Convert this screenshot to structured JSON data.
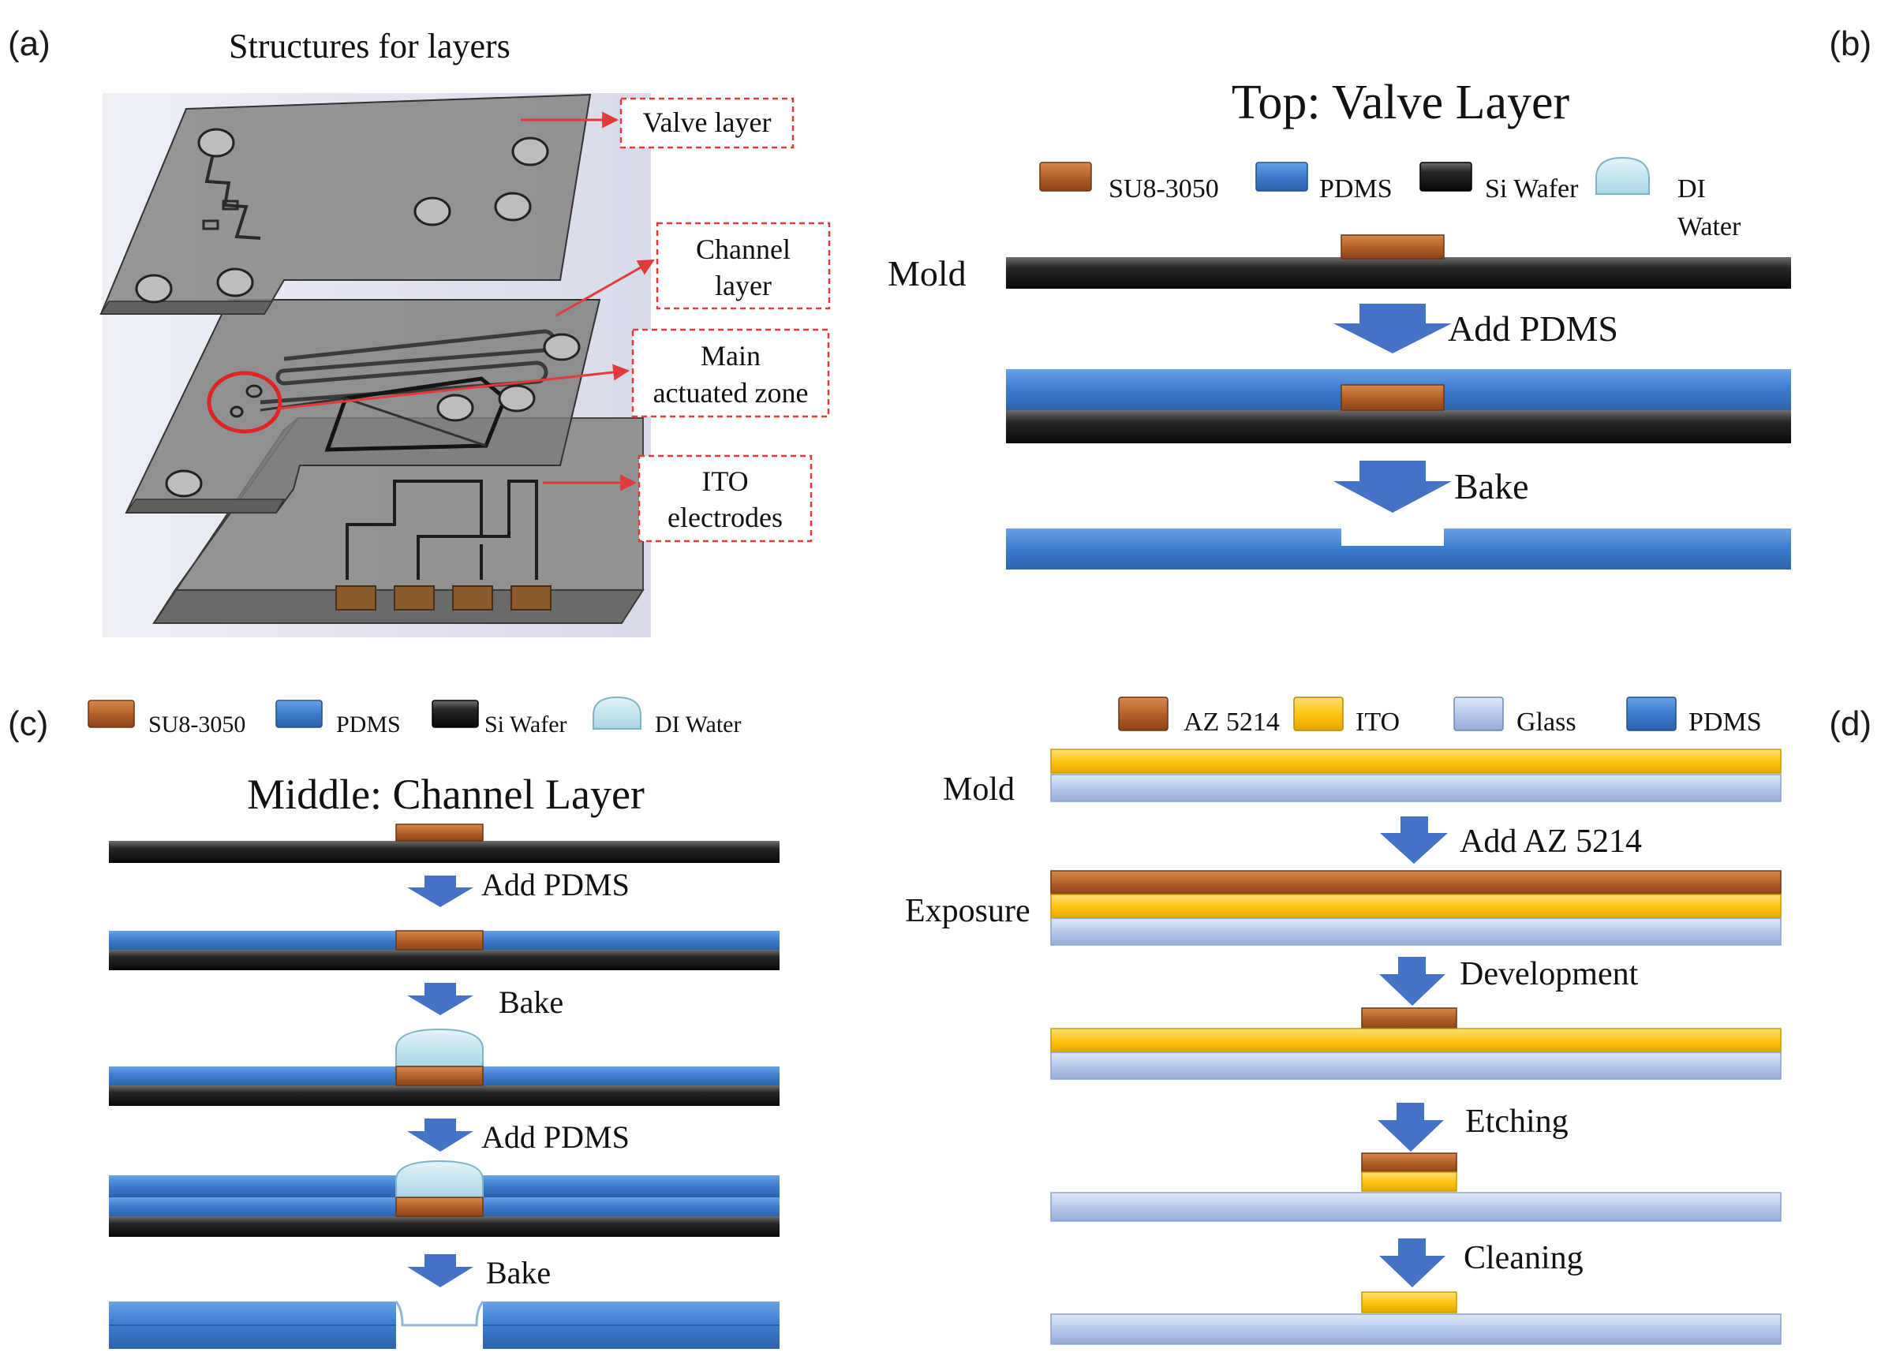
{
  "panel_a": {
    "label": "(a)",
    "title": "Structures for layers",
    "callouts": {
      "valve_layer": "Valve layer",
      "channel_line1": "Channel",
      "channel_line2": "layer",
      "main_line1": "Main",
      "main_line2": "actuated zone",
      "ito_line1": "ITO",
      "ito_line2": "electrodes"
    }
  },
  "panel_b": {
    "label": "(b)",
    "title": "Top: Valve Layer",
    "legend": {
      "su8": "SU8-3050",
      "pdms": "PDMS",
      "si": "Si Wafer",
      "di_line1": "DI",
      "di_line2": "Water"
    },
    "mold": "Mold",
    "steps": [
      "Add PDMS",
      "Bake"
    ]
  },
  "panel_c": {
    "label": "(c)",
    "legend": {
      "su8": "SU8-3050",
      "pdms": "PDMS",
      "si": "Si Wafer",
      "di": "DI Water"
    },
    "title": "Middle: Channel Layer",
    "steps": [
      "Add PDMS",
      "Bake",
      "Add PDMS",
      "Bake"
    ]
  },
  "panel_d": {
    "label": "(d)",
    "legend": {
      "az": "AZ 5214",
      "ito": "ITO",
      "glass": "Glass",
      "pdms": "PDMS"
    },
    "mold": "Mold",
    "exposure": "Exposure",
    "steps": [
      "Add AZ 5214",
      "Development",
      "Etching",
      "Cleaning"
    ]
  },
  "colors": {
    "su8": "#b5612a",
    "pdms": "#3f7fd0",
    "si": "#1a1a1a",
    "di_water": "#bfe3ee",
    "ito": "#ffc512",
    "glass": "#b7c9ea",
    "arrow": "#4472c4",
    "callout_red": "#e23b3b"
  }
}
